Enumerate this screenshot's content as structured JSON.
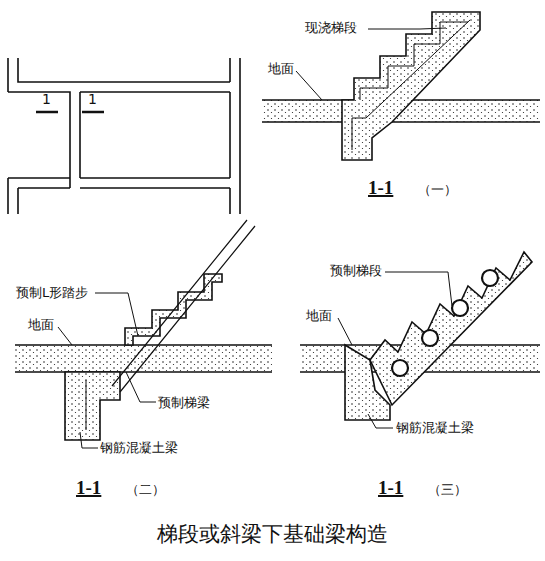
{
  "diagram": {
    "caption": "梯段或斜梁下基础梁构造",
    "labels": [
      "1",
      "1",
      "现浇梯段",
      "地面",
      "1-1",
      "（一）",
      "预制L形踏步",
      "地面",
      "预制梯梁",
      "钢筋混凝土梁",
      "1-1",
      "（二）",
      "预制梯段",
      "地面",
      "钢筋混凝土梁",
      "1-1",
      "（三）"
    ]
  }
}
